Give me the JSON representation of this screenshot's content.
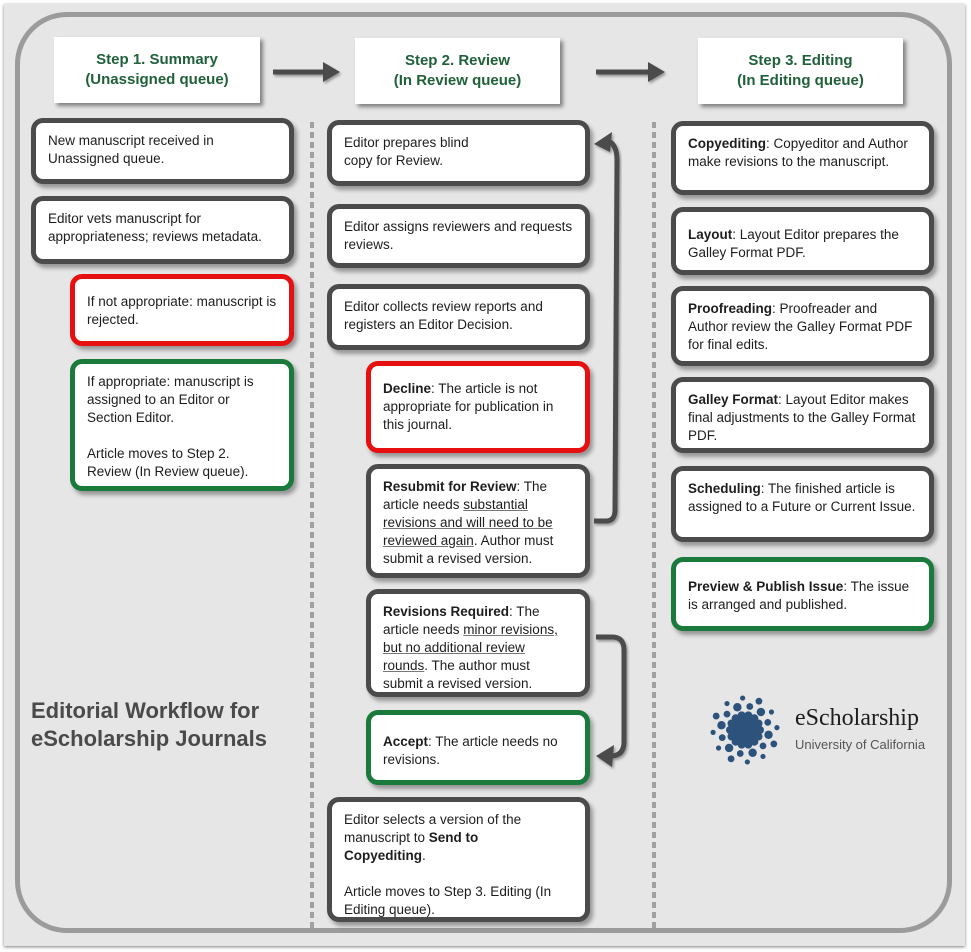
{
  "title": [
    "Editorial Workflow for",
    "eScholarship Journals"
  ],
  "logo": {
    "name": "eScholarship",
    "subtitle": "University of California",
    "color": "#2d527c"
  },
  "colors": {
    "header_text": "#20613a",
    "box_border": "#4b4b4b",
    "reject": "#e61010",
    "accept": "#1a7a3c"
  },
  "steps": [
    {
      "line1": "Step 1. Summary",
      "line2": "(Unassigned queue)"
    },
    {
      "line1": "Step 2. Review",
      "line2": "(In Review queue)"
    },
    {
      "line1": "Step 3. Editing",
      "line2": "(In Editing queue)"
    }
  ],
  "col1": {
    "b1": "New manuscript received in Unassigned queue.",
    "b2": "Editor vets manuscript for appropriateness; reviews metadata.",
    "b3": "If not appropriate: manuscript is rejected.",
    "b4a": "If appropriate: manuscript is assigned to an Editor or Section Editor.",
    "b4b": "Article moves to Step 2. Review (In Review queue)."
  },
  "col2": {
    "b1": "Editor prepares blind copy for Review.",
    "b2": "Editor assigns reviewers and requests reviews.",
    "b3": "Editor collects review reports and registers an Editor Decision.",
    "decline": {
      "label": "Decline",
      "text": ": The article is not appropriate for publication in this journal."
    },
    "resubmit": {
      "label": "Resubmit for Review",
      "pre": ": The article needs ",
      "underlined": "substantial revisions and will need to be reviewed again",
      "post": ". Author must submit a revised version."
    },
    "revisions": {
      "label": "Revisions Required",
      "pre": ": The article needs ",
      "underlined": "minor revisions, but no additional review rounds",
      "post": ". The author must submit a revised version."
    },
    "accept": {
      "label": "Accept",
      "text": ": The article needs no revisions."
    },
    "final": {
      "pre": "Editor selects a version of the manuscript to ",
      "bold": "Send to Copyediting",
      "post": ".",
      "moves": "Article moves to Step 3. Editing (In Editing queue)."
    }
  },
  "col3": [
    {
      "label": "Copyediting",
      "text": ": Copyeditor and Author make revisions to the manuscript."
    },
    {
      "label": "Layout",
      "text": ": Layout Editor prepares the Galley Format PDF."
    },
    {
      "label": "Proofreading",
      "text": ": Proofreader and Author review the Galley Format PDF for final edits."
    },
    {
      "label": "Galley Format",
      "text": ": Layout Editor makes final adjustments to the Galley Format PDF."
    },
    {
      "label": "Scheduling",
      "text": ": The finished article is assigned to a Future or Current Issue."
    },
    {
      "label": "Preview & Publish Issue",
      "text": ": The issue is arranged and published."
    }
  ]
}
